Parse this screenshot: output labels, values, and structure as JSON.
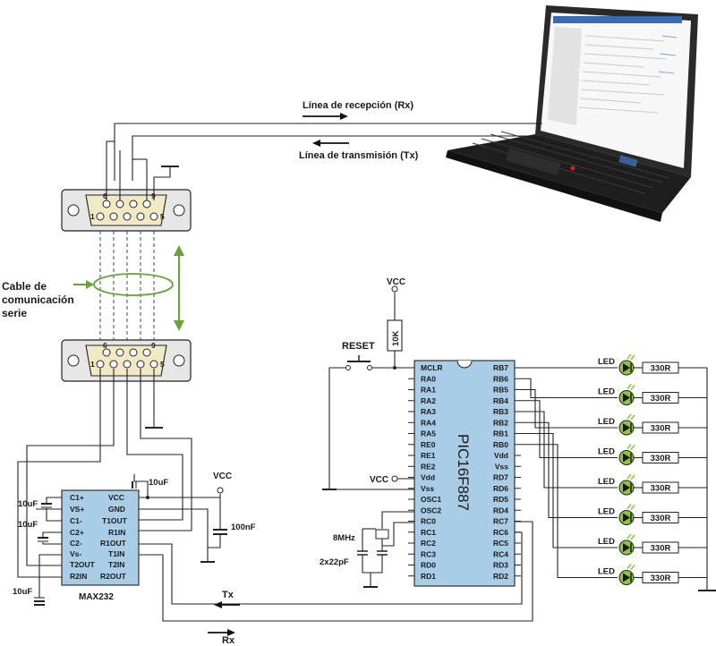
{
  "labels": {
    "rx_line": "Línea de recepción (Rx)",
    "tx_line": "Línea de transmisión (Tx)",
    "cable_1": "Cable de",
    "cable_2": "comunicación",
    "cable_3": "serie",
    "vcc": "VCC",
    "reset": "RESET",
    "r10k": "10K",
    "crystal": "8MHz",
    "caps": "2x22pF",
    "cap_100n": "100nF",
    "cap_10u": "10uF",
    "max232": "MAX232",
    "pic": "PIC16F887",
    "tx": "Tx",
    "rx": "Rx",
    "led": "LED",
    "r330": "330R"
  },
  "db9_top": {
    "pins_row1": [
      "1",
      "5"
    ],
    "pins_row2": [
      "6",
      "9"
    ]
  },
  "db9_bottom": {
    "pins_row1": [
      "1",
      "5"
    ],
    "pins_row2": [
      "6",
      "9"
    ]
  },
  "max232_left_pins": [
    "C1+",
    "VS+",
    "C1-",
    "C2+",
    "C2-",
    "Vs-",
    "T2OUT",
    "R2IN"
  ],
  "max232_right_pins": [
    "VCC",
    "GND",
    "T1OUT",
    "R1IN",
    "R1OUT",
    "T1IN",
    "T2IN",
    "R2OUT"
  ],
  "pic_left_pins": [
    "MCLR",
    "RA0",
    "RA1",
    "RA2",
    "RA3",
    "RA4",
    "RA5",
    "RE0",
    "RE1",
    "RE2",
    "Vdd",
    "Vss",
    "OSC1",
    "OSC2",
    "RC0",
    "RC1",
    "RC2",
    "RC3",
    "RD0",
    "RD1"
  ],
  "pic_right_pins": [
    "RB7",
    "RB6",
    "RB5",
    "RB4",
    "RB3",
    "RB2",
    "RB1",
    "RB0",
    "Vdd",
    "Vss",
    "RD7",
    "RD6",
    "RD5",
    "RD4",
    "RC7",
    "RC6",
    "RC5",
    "RC4",
    "RD3",
    "RD2"
  ],
  "colors": {
    "chip": "#a9cde6",
    "led_green": "#8cc63f",
    "cable": "#6aa23a",
    "db9": "#f1e8c4"
  }
}
